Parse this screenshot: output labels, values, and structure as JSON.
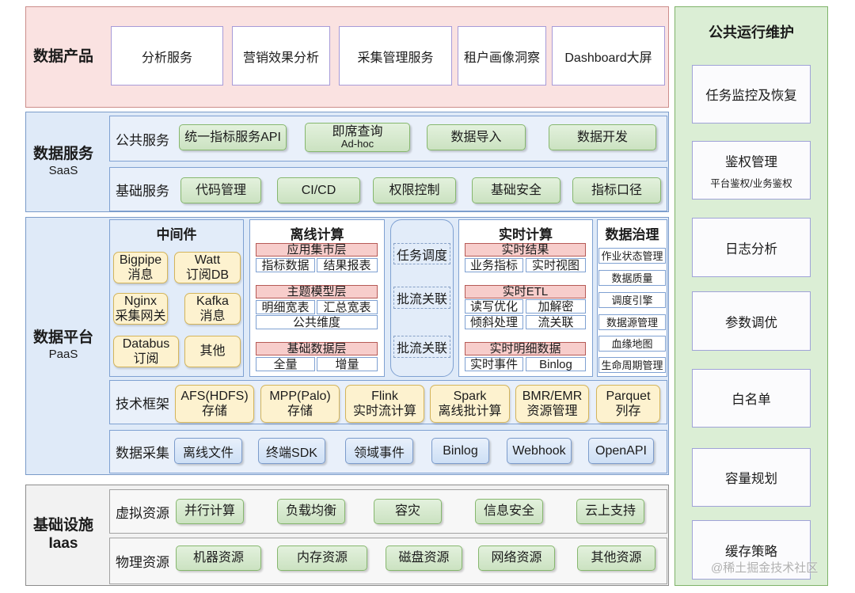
{
  "products": {
    "title": "数据产品",
    "items": [
      "分析服务",
      "营销效果分析",
      "采集管理服务",
      "租户画像洞察",
      "Dashboard大屏"
    ]
  },
  "services": {
    "title": "数据服务",
    "subtitle": "SaaS",
    "public": {
      "label": "公共服务",
      "items": [
        {
          "name": "统一指标服务API"
        },
        {
          "name": "即席查询",
          "desc": "Ad-hoc"
        },
        {
          "name": "数据导入"
        },
        {
          "name": "数据开发"
        }
      ]
    },
    "basic": {
      "label": "基础服务",
      "items": [
        "代码管理",
        "CI/CD",
        "权限控制",
        "基础安全",
        "指标口径"
      ]
    }
  },
  "platform": {
    "title": "数据平台",
    "subtitle": "PaaS",
    "middleware": {
      "title": "中间件",
      "items": [
        {
          "name": "Bigpipe",
          "desc": "消息"
        },
        {
          "name": "Watt",
          "desc": "订阅DB"
        },
        {
          "name": "Nginx",
          "desc": "采集网关"
        },
        {
          "name": "Kafka",
          "desc": "消息"
        },
        {
          "name": "Databus",
          "desc": "订阅"
        },
        {
          "name": "其他"
        }
      ]
    },
    "offline": {
      "title": "离线计算",
      "layers": [
        {
          "name": "应用集市层",
          "items": [
            "指标数据",
            "结果报表"
          ]
        },
        {
          "name": "主题模型层",
          "items": [
            "明细宽表",
            "汇总宽表",
            "公共维度"
          ]
        },
        {
          "name": "基础数据层",
          "items": [
            "全量",
            "增量"
          ]
        }
      ]
    },
    "scheduler": {
      "items": [
        "任务调度",
        "批流关联",
        "批流关联"
      ]
    },
    "realtime": {
      "title": "实时计算",
      "layers": [
        {
          "name": "实时结果",
          "items": [
            "业务指标",
            "实时视图"
          ]
        },
        {
          "name": "实时ETL",
          "items": [
            "读写优化",
            "加解密",
            "倾斜处理",
            "流关联"
          ]
        },
        {
          "name": "实时明细数据",
          "items": [
            "实时事件",
            "Binlog"
          ]
        }
      ]
    },
    "governance": {
      "title": "数据治理",
      "items": [
        "作业状态管理",
        "数据质量",
        "调度引擎",
        "数据源管理",
        "血缘地图",
        "生命周期管理"
      ]
    },
    "framework": {
      "label": "技术框架",
      "items": [
        {
          "name": "AFS(HDFS)",
          "desc": "存储"
        },
        {
          "name": "MPP(Palo)",
          "desc": "存储"
        },
        {
          "name": "Flink",
          "desc": "实时流计算"
        },
        {
          "name": "Spark",
          "desc": "离线批计算"
        },
        {
          "name": "BMR/EMR",
          "desc": "资源管理"
        },
        {
          "name": "Parquet",
          "desc": "列存"
        }
      ]
    },
    "collection": {
      "label": "数据采集",
      "items": [
        "离线文件",
        "终端SDK",
        "领域事件",
        "Binlog",
        "Webhook",
        "OpenAPI"
      ]
    }
  },
  "infra": {
    "title": "基础设施",
    "subtitle": "Iaas",
    "virtual": {
      "label": "虚拟资源",
      "items": [
        "并行计算",
        "负载均衡",
        "容灾",
        "信息安全",
        "云上支持"
      ]
    },
    "physical": {
      "label": "物理资源",
      "items": [
        "机器资源",
        "内存资源",
        "磁盘资源",
        "网络资源",
        "其他资源"
      ]
    }
  },
  "ops": {
    "title": "公共运行维护",
    "items": [
      {
        "name": "任务监控及恢复"
      },
      {
        "name": "鉴权管理",
        "desc": "平台鉴权/业务鉴权"
      },
      {
        "name": "日志分析"
      },
      {
        "name": "参数调优"
      },
      {
        "name": "白名单"
      },
      {
        "name": "容量规划"
      },
      {
        "name": "缓存策略"
      }
    ]
  },
  "watermark": "@稀土掘金技术社区",
  "colors": {
    "products_fill": "#fae2e1",
    "products_border": "#cc8d8a",
    "layer_fill": "#dfeaf8",
    "layer_border": "#7a9bc9",
    "infra_fill": "#f2f2f2",
    "infra_border": "#8c8c8c",
    "ops_fill": "#dbeed5",
    "ops_border": "#7fb369",
    "green_button_border": "#86b76e",
    "blue_button_border": "#7b9bcb",
    "yellow_box": "#fdf2cf",
    "red_header": "#f7cdcb"
  }
}
